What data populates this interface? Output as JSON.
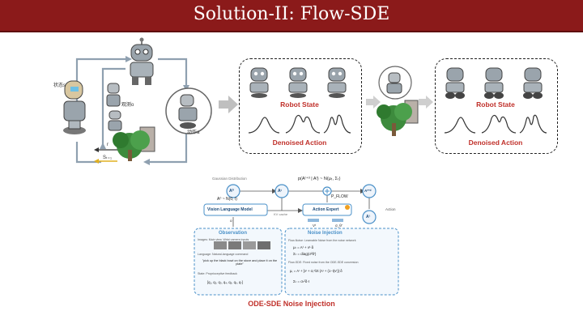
{
  "slide": {
    "title": "Solution-II: Flow-SDE",
    "caption": "ODE-SDE Noise Injection"
  },
  "loop": {
    "state_label": "状态s",
    "observe_label": "观测o",
    "action_label": "动作a",
    "r_label": "r",
    "s_next_label": "Sₜ₊₁"
  },
  "panel_left": {
    "robot_state": "Robot State",
    "denoised_action": "Denoised Action"
  },
  "panel_right": {
    "robot_state": "Robot State",
    "denoised_action": "Denoised Action"
  },
  "diagram": {
    "gaussian_label": "Gaussian Distribution",
    "a0": "A⁰",
    "a0_dist": "A⁰ ~ N(0, I)",
    "at": "Aᵗ",
    "atd": "Aᵗ⁺ᵈ",
    "a1": "A¹",
    "transition_formula": "p(Aᵗ⁺ᵈ | Aᵗ) ~ N(μₜ, Σₜ)",
    "p_flow": "P_FLOW",
    "action_label": "Action",
    "vlm": "Vision Language Model",
    "kv_cache": "KV cache",
    "action_expert": "Action Expert",
    "o_label": "o",
    "v_label": "Vᵗ",
    "sigma_label": "σ_θ'",
    "observation": "Observation",
    "images": "Images: Main view, Wrist camera inputs",
    "language": "Language: Natural-language command",
    "instruction": "\"pick up the black bowl on the stove and place it on the plate\"",
    "state": "State: Proprioceptive feedback",
    "state_vec": "[q₁, q₂, q₃, q₄, q₅, q₆, q₇]",
    "noise_injection": "Noise Injection",
    "flow_noise": "Flow-Noise: Learnable Noise from the noise network",
    "flow_noise_eq1": "μₜ = Aᵗ + vᵗ·δ",
    "flow_noise_eq2": "Σₜ = diag(σ²θ')",
    "flow_sde": "Flow-SDE: Fixed noise from the ODE-SDE conversion",
    "flow_sde_eq1": "μₜ = Aᵗ + [vᵗ + σₜ²/2t (Aᵗ + (1−t)vᵗ)]·δ",
    "flow_sde_eq2": "Σₜ = σₜ²δ·I"
  },
  "colors": {
    "title_bg": "#8b1a1a",
    "accent_red": "#c0302a",
    "diagram_blue": "#4a90c8",
    "arrow_gray": "#bfbfbf"
  }
}
